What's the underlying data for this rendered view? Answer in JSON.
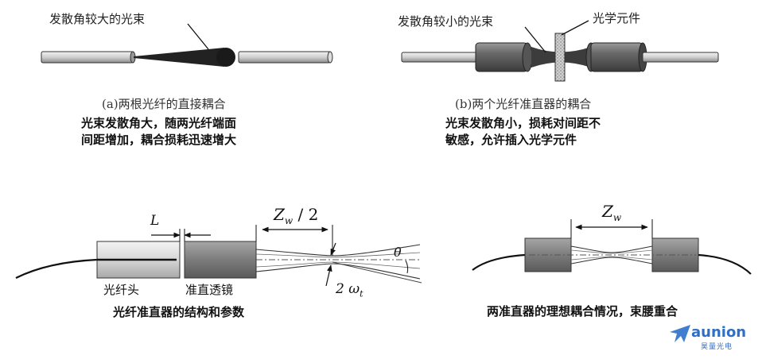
{
  "panel_a": {
    "beam_label": "发散角较大的光束",
    "caption": "(a)两根光纤的直接耦合",
    "note_line1": "光束发散角大，随两光纤端面",
    "note_line2": "间距增加，耦合损耗迅速增大"
  },
  "panel_b": {
    "beam_label": "发散角较小的光束",
    "element_label": "光学元件",
    "caption": "(b)两个光纤准直器的耦合",
    "note_line1": "光束发散角小，损耗对间距不",
    "note_line2": "敏感，允许插入光学元件"
  },
  "panel_c": {
    "label_L": "L",
    "label_zw2": "Z",
    "label_zw2_sub": "w",
    "label_zw2_tail": "/ 2",
    "label_theta": "θ",
    "label_omega": "2 ω",
    "label_omega_sub": "t",
    "fiber_head": "光纤头",
    "lens": "准直透镜",
    "caption": "光纤准直器的结构和参数"
  },
  "panel_d": {
    "label_zw": "Z",
    "label_zw_sub": "w",
    "caption": "两准直器的理想耦合情况，束腰重合"
  },
  "logo": {
    "name": "aunion",
    "subtitle": "昊量光电"
  }
}
